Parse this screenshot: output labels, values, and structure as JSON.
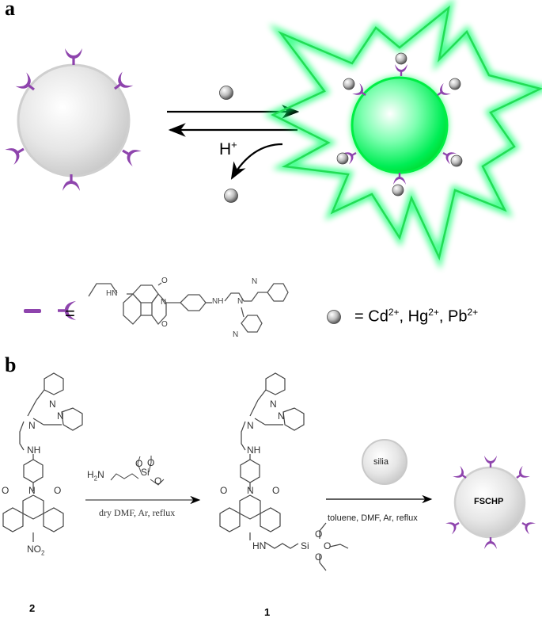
{
  "panels": {
    "a": {
      "label": "a",
      "reaction": {
        "forward_reagent_icon": "metal-ion-sphere",
        "reverse_reagent": "H",
        "reverse_reagent_charge": "+",
        "reverse_product_icon": "metal-ion-sphere"
      },
      "left_particle": {
        "description": "gray silica sphere with receptors",
        "receptor_count": 6
      },
      "right_particle": {
        "description": "green fluorescent sphere with bound metal ions",
        "receptor_count": 6
      },
      "legend": {
        "receptor_equals": "=",
        "ion_equals": "= ",
        "ions": [
          {
            "symbol": "Cd",
            "charge": "2+",
            "sep": ", "
          },
          {
            "symbol": "Hg",
            "charge": "2+",
            "sep": ", "
          },
          {
            "symbol": "Pb",
            "charge": "2+",
            "sep": ""
          }
        ],
        "structure_labels": {
          "hn": "HN",
          "o_top": "O",
          "n_imide": "N",
          "o_bottom": "O",
          "nh": "NH",
          "n_amine": "N",
          "n_py1": "N",
          "n_py2": "N"
        }
      }
    },
    "b": {
      "label": "b",
      "compound_2": {
        "number": "2",
        "labels": {
          "n_py1": "N",
          "n_py2": "N",
          "n_amine": "N",
          "nh": "NH",
          "n_imide": "N",
          "o_left": "O",
          "o_right": "O",
          "nitro": "NO",
          "nitro_sub": "2"
        }
      },
      "step1": {
        "reagent": {
          "h2n": "H",
          "h2n_sub": "2",
          "h2n_n": "N",
          "si": "Si",
          "o1": "O",
          "o2": "O",
          "o3": "O"
        },
        "conditions": "dry DMF, Ar, reflux"
      },
      "compound_1": {
        "number": "1",
        "labels": {
          "n_py1": "N",
          "n_py2": "N",
          "n_amine": "N",
          "nh": "NH",
          "n_imide": "N",
          "o_left": "O",
          "o_right": "O",
          "hn": "HN",
          "si": "Si",
          "o1": "O",
          "o2": "O",
          "o3": "O"
        }
      },
      "step2": {
        "reagent_label": "silia",
        "conditions": "toluene, DMF, Ar, reflux"
      },
      "product": {
        "label": "FSCHP",
        "receptor_count": 6
      }
    }
  },
  "colors": {
    "receptor_purple": "#8e44ad",
    "glow_green": "#00e64d",
    "sphere_gray": "#d9d9d9",
    "line": "#000000",
    "structure_gray": "#555555"
  }
}
